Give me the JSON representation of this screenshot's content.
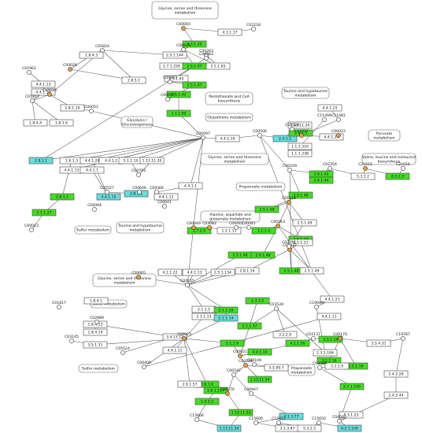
{
  "colors": {
    "green": "#44dd22",
    "cyan": "#66dddd",
    "white": "#ffffff",
    "orange": "#e8a040",
    "plain": "#ffffff"
  },
  "pathways": [
    {
      "id": "pw1",
      "lines": [
        "Glycine, serine and threonine",
        "metabolism"
      ]
    },
    {
      "id": "pw2",
      "lines": [
        "Glycolysis /",
        "Gluconeogenesis"
      ]
    },
    {
      "id": "pw3",
      "lines": [
        "Pantothenate and CoA",
        "biosynthesis"
      ]
    },
    {
      "id": "pw4",
      "lines": [
        "Glutathione metabolism"
      ]
    },
    {
      "id": "pw5",
      "lines": [
        "Taurine and hypotaurine",
        "metabolism"
      ]
    },
    {
      "id": "pw6",
      "lines": [
        "Pyruvate",
        "metabolism"
      ]
    },
    {
      "id": "pw7",
      "lines": [
        "Glycine, serine and threonine",
        "metabolism"
      ]
    },
    {
      "id": "pw8",
      "lines": [
        "Valine, leucine and isoleucine",
        "biosynthesis"
      ]
    },
    {
      "id": "pw9",
      "lines": [
        "Propanoate metabolism"
      ]
    },
    {
      "id": "pw10",
      "lines": [
        "Sulfur metabolism"
      ]
    },
    {
      "id": "pw11",
      "lines": [
        "Taurine and hypotaurine",
        "metabolism"
      ]
    },
    {
      "id": "pw12",
      "lines": [
        "Alanine, aspartate and",
        "glutamate metabolism"
      ]
    },
    {
      "id": "pw13",
      "lines": [
        "Glycine, serine and threonine",
        "metabolism"
      ]
    },
    {
      "id": "pw14",
      "lines": [
        "Sulfur metabolism"
      ]
    },
    {
      "id": "pw15",
      "lines": [
        "Sulfur metabolism"
      ]
    },
    {
      "id": "pw16",
      "lines": [
        "Propanoate",
        "metabolism"
      ]
    }
  ],
  "enzymes": [
    {
      "id": "e1",
      "label": "4.3.1.17",
      "state": "white"
    },
    {
      "id": "e2",
      "label": "2.3.1.29",
      "state": "green"
    },
    {
      "id": "e3",
      "label": "2.7.1.226",
      "state": "white"
    },
    {
      "id": "e4",
      "label": "2.5.1.47",
      "state": "green"
    },
    {
      "id": "e5",
      "label": "2.5.1.65",
      "state": "white"
    },
    {
      "id": "e6",
      "label": "2.5.1.144",
      "state": "white"
    },
    {
      "id": "e7",
      "label": "1.8.4.3",
      "state": "white"
    },
    {
      "id": "e8",
      "label": "2.8.5.1",
      "state": "white"
    },
    {
      "id": "e9",
      "label": "2.5.1.65",
      "state": "white"
    },
    {
      "id": "e10",
      "label": "2.5.1.47",
      "state": "green"
    },
    {
      "id": "e11",
      "label": "2.6.1.42",
      "state": "green"
    },
    {
      "id": "e12",
      "label": "1.1.1.95",
      "state": "green"
    },
    {
      "id": "e13",
      "label": "4.4.1.13",
      "state": "white"
    },
    {
      "id": "e14",
      "label": "4.4.1.30",
      "state": "white"
    },
    {
      "id": "e15",
      "label": "2.8.1.10",
      "state": "white"
    },
    {
      "id": "e16",
      "label": "1.8.4.4",
      "state": "white"
    },
    {
      "id": "e17",
      "label": "1.8.1.6",
      "state": "white"
    },
    {
      "id": "e18",
      "label": "4.4.1.10",
      "state": "white"
    },
    {
      "id": "e19",
      "label": "2.4.1.1",
      "state": "cyan"
    },
    {
      "id": "e20",
      "label": "2.6.1.3",
      "state": "green"
    },
    {
      "id": "e21",
      "label": "1.13.11.20",
      "state": "white"
    },
    {
      "id": "e22",
      "label": "1.1.1.310",
      "state": "white"
    },
    {
      "id": "e23",
      "label": "1.1.1.338",
      "state": "white"
    },
    {
      "id": "e24",
      "label": "4.4.1.25",
      "state": "white"
    },
    {
      "id": "e25",
      "label": "4.4.1.24",
      "state": "white"
    },
    {
      "id": "e26",
      "label": "2.8.1.1",
      "state": "cyan"
    },
    {
      "id": "e27",
      "label": "2.6.1.3",
      "state": "white"
    },
    {
      "id": "e28",
      "label": "4.4.1.13",
      "state": "white"
    },
    {
      "id": "e29",
      "label": "4.4.1.28",
      "state": "white"
    },
    {
      "id": "e30",
      "label": "4.4.1.1",
      "state": "white"
    },
    {
      "id": "e31",
      "label": "4.4.1.2",
      "state": "white"
    },
    {
      "id": "e32",
      "label": "5.1.1.10",
      "state": "white"
    },
    {
      "id": "e33",
      "label": "1.13.11.20",
      "state": "white"
    },
    {
      "id": "e34",
      "label": "2.6.1.42",
      "state": "green"
    },
    {
      "id": "e35",
      "label": "2.6.1.44",
      "state": "green"
    },
    {
      "id": "e36",
      "label": "5.3.2.2",
      "state": "white"
    },
    {
      "id": "e37",
      "label": "8.3.2.3",
      "state": "green"
    },
    {
      "id": "e38",
      "label": "2.8.1.2",
      "state": "green"
    },
    {
      "id": "e39",
      "label": "4.4.1.15",
      "state": "cyan"
    },
    {
      "id": "e40",
      "label": "2.8.1.1",
      "state": "cyan"
    },
    {
      "id": "e41",
      "label": "4.4.1.12",
      "state": "white"
    },
    {
      "id": "e42",
      "label": "4.4.1.1",
      "state": "white"
    },
    {
      "id": "e43",
      "label": "2.5.1.48",
      "state": "green"
    },
    {
      "id": "e44",
      "label": "1.1.1.27",
      "state": "green"
    },
    {
      "id": "e45",
      "label": "2.5.1.48",
      "state": "green"
    },
    {
      "id": "e46",
      "label": "2.5.1.49",
      "state": "white"
    },
    {
      "id": "e47",
      "label": "2.7.2.4",
      "state": "green"
    },
    {
      "id": "e48",
      "label": "1.2.1.11",
      "state": "white"
    },
    {
      "id": "e49",
      "label": "1.1.1.3",
      "state": "green"
    },
    {
      "id": "e50",
      "label": "2.5.1.48",
      "state": "green"
    },
    {
      "id": "e51",
      "label": "2.5.1.31",
      "state": "white"
    },
    {
      "id": "e52",
      "label": "2.5.1.48",
      "state": "green"
    },
    {
      "id": "e53",
      "label": "2.6.1.48",
      "state": "green"
    },
    {
      "id": "e54",
      "label": "2.5.1.48",
      "state": "green"
    },
    {
      "id": "e55",
      "label": "2.5.1.49",
      "state": "white"
    },
    {
      "id": "e56",
      "label": "2.8.1.16",
      "state": "white"
    },
    {
      "id": "e57",
      "label": "4.2.1.22",
      "state": "white"
    },
    {
      "id": "e58",
      "label": "4.4.1.13",
      "state": "white"
    },
    {
      "id": "e59",
      "label": "2.5.1.134",
      "state": "white"
    },
    {
      "id": "e60",
      "label": "1.8.4.1",
      "state": "white"
    },
    {
      "id": "e61",
      "label": "2.1.1.5",
      "state": "white"
    },
    {
      "id": "e62",
      "label": "2.1.1.10",
      "state": "green"
    },
    {
      "id": "e63",
      "label": "2.1.1.13",
      "state": "white"
    },
    {
      "id": "e64",
      "label": "2.1.1.14",
      "state": "cyan"
    },
    {
      "id": "e65",
      "label": "1.8.4.13",
      "state": "white"
    },
    {
      "id": "e66",
      "label": "1.8.4.14",
      "state": "white"
    },
    {
      "id": "e67",
      "label": "3.5.1.31",
      "state": "white"
    },
    {
      "id": "e68",
      "label": "3.4.13.12",
      "state": "white"
    },
    {
      "id": "e69",
      "label": "4.4.1.11",
      "state": "white"
    },
    {
      "id": "e70",
      "label": "2.3.1.5",
      "state": "green"
    },
    {
      "id": "e71",
      "label": "2.1.1.37",
      "state": "green"
    },
    {
      "id": "e72",
      "label": "3.2.2.9",
      "state": "white"
    },
    {
      "id": "e73",
      "label": "2.1.1.6",
      "state": "green"
    },
    {
      "id": "e74",
      "label": "4.4.1.14",
      "state": "green"
    },
    {
      "id": "e75",
      "label": "4.1.1.50",
      "state": "green"
    },
    {
      "id": "e76",
      "label": "2.5.1.16",
      "state": "green"
    },
    {
      "id": "e77",
      "label": "3.5.4.31",
      "state": "white"
    },
    {
      "id": "e78",
      "label": "2.5.1.16",
      "state": "green"
    },
    {
      "id": "e79",
      "label": "1.13.11.54",
      "state": "green"
    },
    {
      "id": "e80",
      "label": "3.5.99.7",
      "state": "white"
    },
    {
      "id": "e81",
      "label": "2.6.1.6",
      "state": "green"
    },
    {
      "id": "e82",
      "label": "2.6.1.117",
      "state": "green"
    },
    {
      "id": "e83",
      "label": "2.6.1.57",
      "state": "white"
    },
    {
      "id": "e84",
      "label": "1.4.3.2",
      "state": "green"
    },
    {
      "id": "e85",
      "label": "2.4.2.28",
      "state": "white"
    },
    {
      "id": "e86",
      "label": "3.2.2.16",
      "state": "green"
    },
    {
      "id": "e87",
      "label": "3.2.2.9",
      "state": "white"
    },
    {
      "id": "e88",
      "label": "2.7.1.100",
      "state": "green"
    },
    {
      "id": "e89",
      "label": "2.4.2.44",
      "state": "white"
    },
    {
      "id": "e90",
      "label": "1.13.11.53",
      "state": "green"
    },
    {
      "id": "e91",
      "label": "1.13.11.54",
      "state": "cyan"
    },
    {
      "id": "e92",
      "label": "3.1.3.77",
      "state": "cyan"
    },
    {
      "id": "e93",
      "label": "3.1.3.87",
      "state": "white"
    },
    {
      "id": "e94",
      "label": "5.3.2.5",
      "state": "white"
    },
    {
      "id": "e95",
      "label": "4.2.1.109",
      "state": "cyan"
    },
    {
      "id": "e96",
      "label": "5.3.1.23",
      "state": "white"
    },
    {
      "id": "e97",
      "label": "2.3.1.184",
      "state": "white"
    },
    {
      "id": "e98",
      "label": "4.4.1.21",
      "state": "white"
    },
    {
      "id": "e99",
      "label": "4.4.1.11",
      "state": "white"
    }
  ],
  "compounds": [
    {
      "id": "c1",
      "label": "C00065",
      "color": "orange"
    },
    {
      "id": "c2",
      "label": "C02218",
      "color": "plain"
    },
    {
      "id": "c3",
      "label": "C00979",
      "color": "plain"
    },
    {
      "id": "c4",
      "label": "C00263",
      "color": "plain"
    },
    {
      "id": "c5",
      "label": "C05824",
      "color": "plain"
    },
    {
      "id": "c6",
      "label": "C00026",
      "color": "orange"
    },
    {
      "id": "c7",
      "label": "C05526",
      "color": "orange"
    },
    {
      "id": "c8",
      "label": "C01962",
      "color": "plain"
    },
    {
      "id": "c9",
      "label": "C00051",
      "color": "plain"
    },
    {
      "id": "c10",
      "label": "C00957",
      "color": "plain"
    },
    {
      "id": "c11",
      "label": "C01817",
      "color": "plain"
    },
    {
      "id": "c12",
      "label": "C00097",
      "color": "plain"
    },
    {
      "id": "c13",
      "label": "C00506",
      "color": "plain"
    },
    {
      "id": "c14",
      "label": "C05528",
      "color": "plain"
    },
    {
      "id": "c15",
      "label": "C11499",
      "color": "plain"
    },
    {
      "id": "c16",
      "label": "C11537",
      "color": "orange"
    },
    {
      "id": "c17",
      "label": "C11481",
      "color": "plain"
    },
    {
      "id": "c18",
      "label": "C00022",
      "color": "orange"
    },
    {
      "id": "c19",
      "label": "C00793",
      "color": "plain"
    },
    {
      "id": "c20",
      "label": "C00109",
      "color": "plain"
    },
    {
      "id": "c21",
      "label": "C02356",
      "color": "plain"
    },
    {
      "id": "c22",
      "label": "C21015",
      "color": "orange"
    },
    {
      "id": "c23",
      "label": "C21016",
      "color": "plain"
    },
    {
      "id": "c24",
      "label": "C00957",
      "color": "plain"
    },
    {
      "id": "c25",
      "label": "C00283",
      "color": "plain"
    },
    {
      "id": "c26",
      "label": "C05527",
      "color": "plain"
    },
    {
      "id": "c27",
      "label": "C00606",
      "color": "plain"
    },
    {
      "id": "c28",
      "label": "C09306",
      "color": "plain"
    },
    {
      "id": "c29",
      "label": "C00041",
      "color": "plain"
    },
    {
      "id": "c30",
      "label": "C00094",
      "color": "plain"
    },
    {
      "id": "c31",
      "label": "C00023",
      "color": "plain"
    },
    {
      "id": "c32",
      "label": "C01118",
      "color": "orange"
    },
    {
      "id": "c33",
      "label": "C00049",
      "color": "orange"
    },
    {
      "id": "c34",
      "label": "C03082",
      "color": "orange"
    },
    {
      "id": "c35",
      "label": "C00441",
      "color": "plain"
    },
    {
      "id": "c36",
      "label": "C00263",
      "color": "orange"
    },
    {
      "id": "c37",
      "label": "C01077",
      "color": "orange"
    },
    {
      "id": "c38",
      "label": "C02291",
      "color": "plain"
    },
    {
      "id": "c39",
      "label": "C00155",
      "color": "plain"
    },
    {
      "id": "c40",
      "label": "C00065",
      "color": "orange"
    },
    {
      "id": "c41",
      "label": "C01817",
      "color": "plain"
    },
    {
      "id": "c42",
      "label": "C02989",
      "color": "plain"
    },
    {
      "id": "c43",
      "label": "C03145",
      "color": "plain"
    },
    {
      "id": "c44",
      "label": "C05524",
      "color": "plain"
    },
    {
      "id": "c45",
      "label": "C00073",
      "color": "orange"
    },
    {
      "id": "c46",
      "label": "C00409",
      "color": "plain"
    },
    {
      "id": "c47",
      "label": "C00021",
      "color": "orange"
    },
    {
      "id": "c48",
      "label": "C03539",
      "color": "plain"
    },
    {
      "id": "c49",
      "label": "C19049",
      "color": "plain"
    },
    {
      "id": "c50",
      "label": "C01137",
      "color": "plain"
    },
    {
      "id": "c51",
      "label": "C00170",
      "color": "orange"
    },
    {
      "id": "c52",
      "label": "C19787",
      "color": "plain"
    },
    {
      "id": "c53",
      "label": "C03089",
      "color": "plain"
    },
    {
      "id": "c54",
      "label": "C08276",
      "color": "orange"
    },
    {
      "id": "c55",
      "label": "C00109",
      "color": "plain"
    },
    {
      "id": "c56",
      "label": "C04234",
      "color": "orange"
    },
    {
      "id": "c57",
      "label": "C00197",
      "color": "plain"
    },
    {
      "id": "c58",
      "label": "C00947",
      "color": "plain"
    },
    {
      "id": "c59",
      "label": "C15606",
      "color": "plain"
    },
    {
      "id": "c60",
      "label": "C15651",
      "color": "plain"
    },
    {
      "id": "c61",
      "label": "C15650",
      "color": "plain"
    },
    {
      "id": "c62",
      "label": "C04582",
      "color": "plain"
    },
    {
      "id": "c63",
      "label": "C15606",
      "color": "plain"
    },
    {
      "id": "c64",
      "label": "C00441",
      "color": "plain"
    }
  ]
}
